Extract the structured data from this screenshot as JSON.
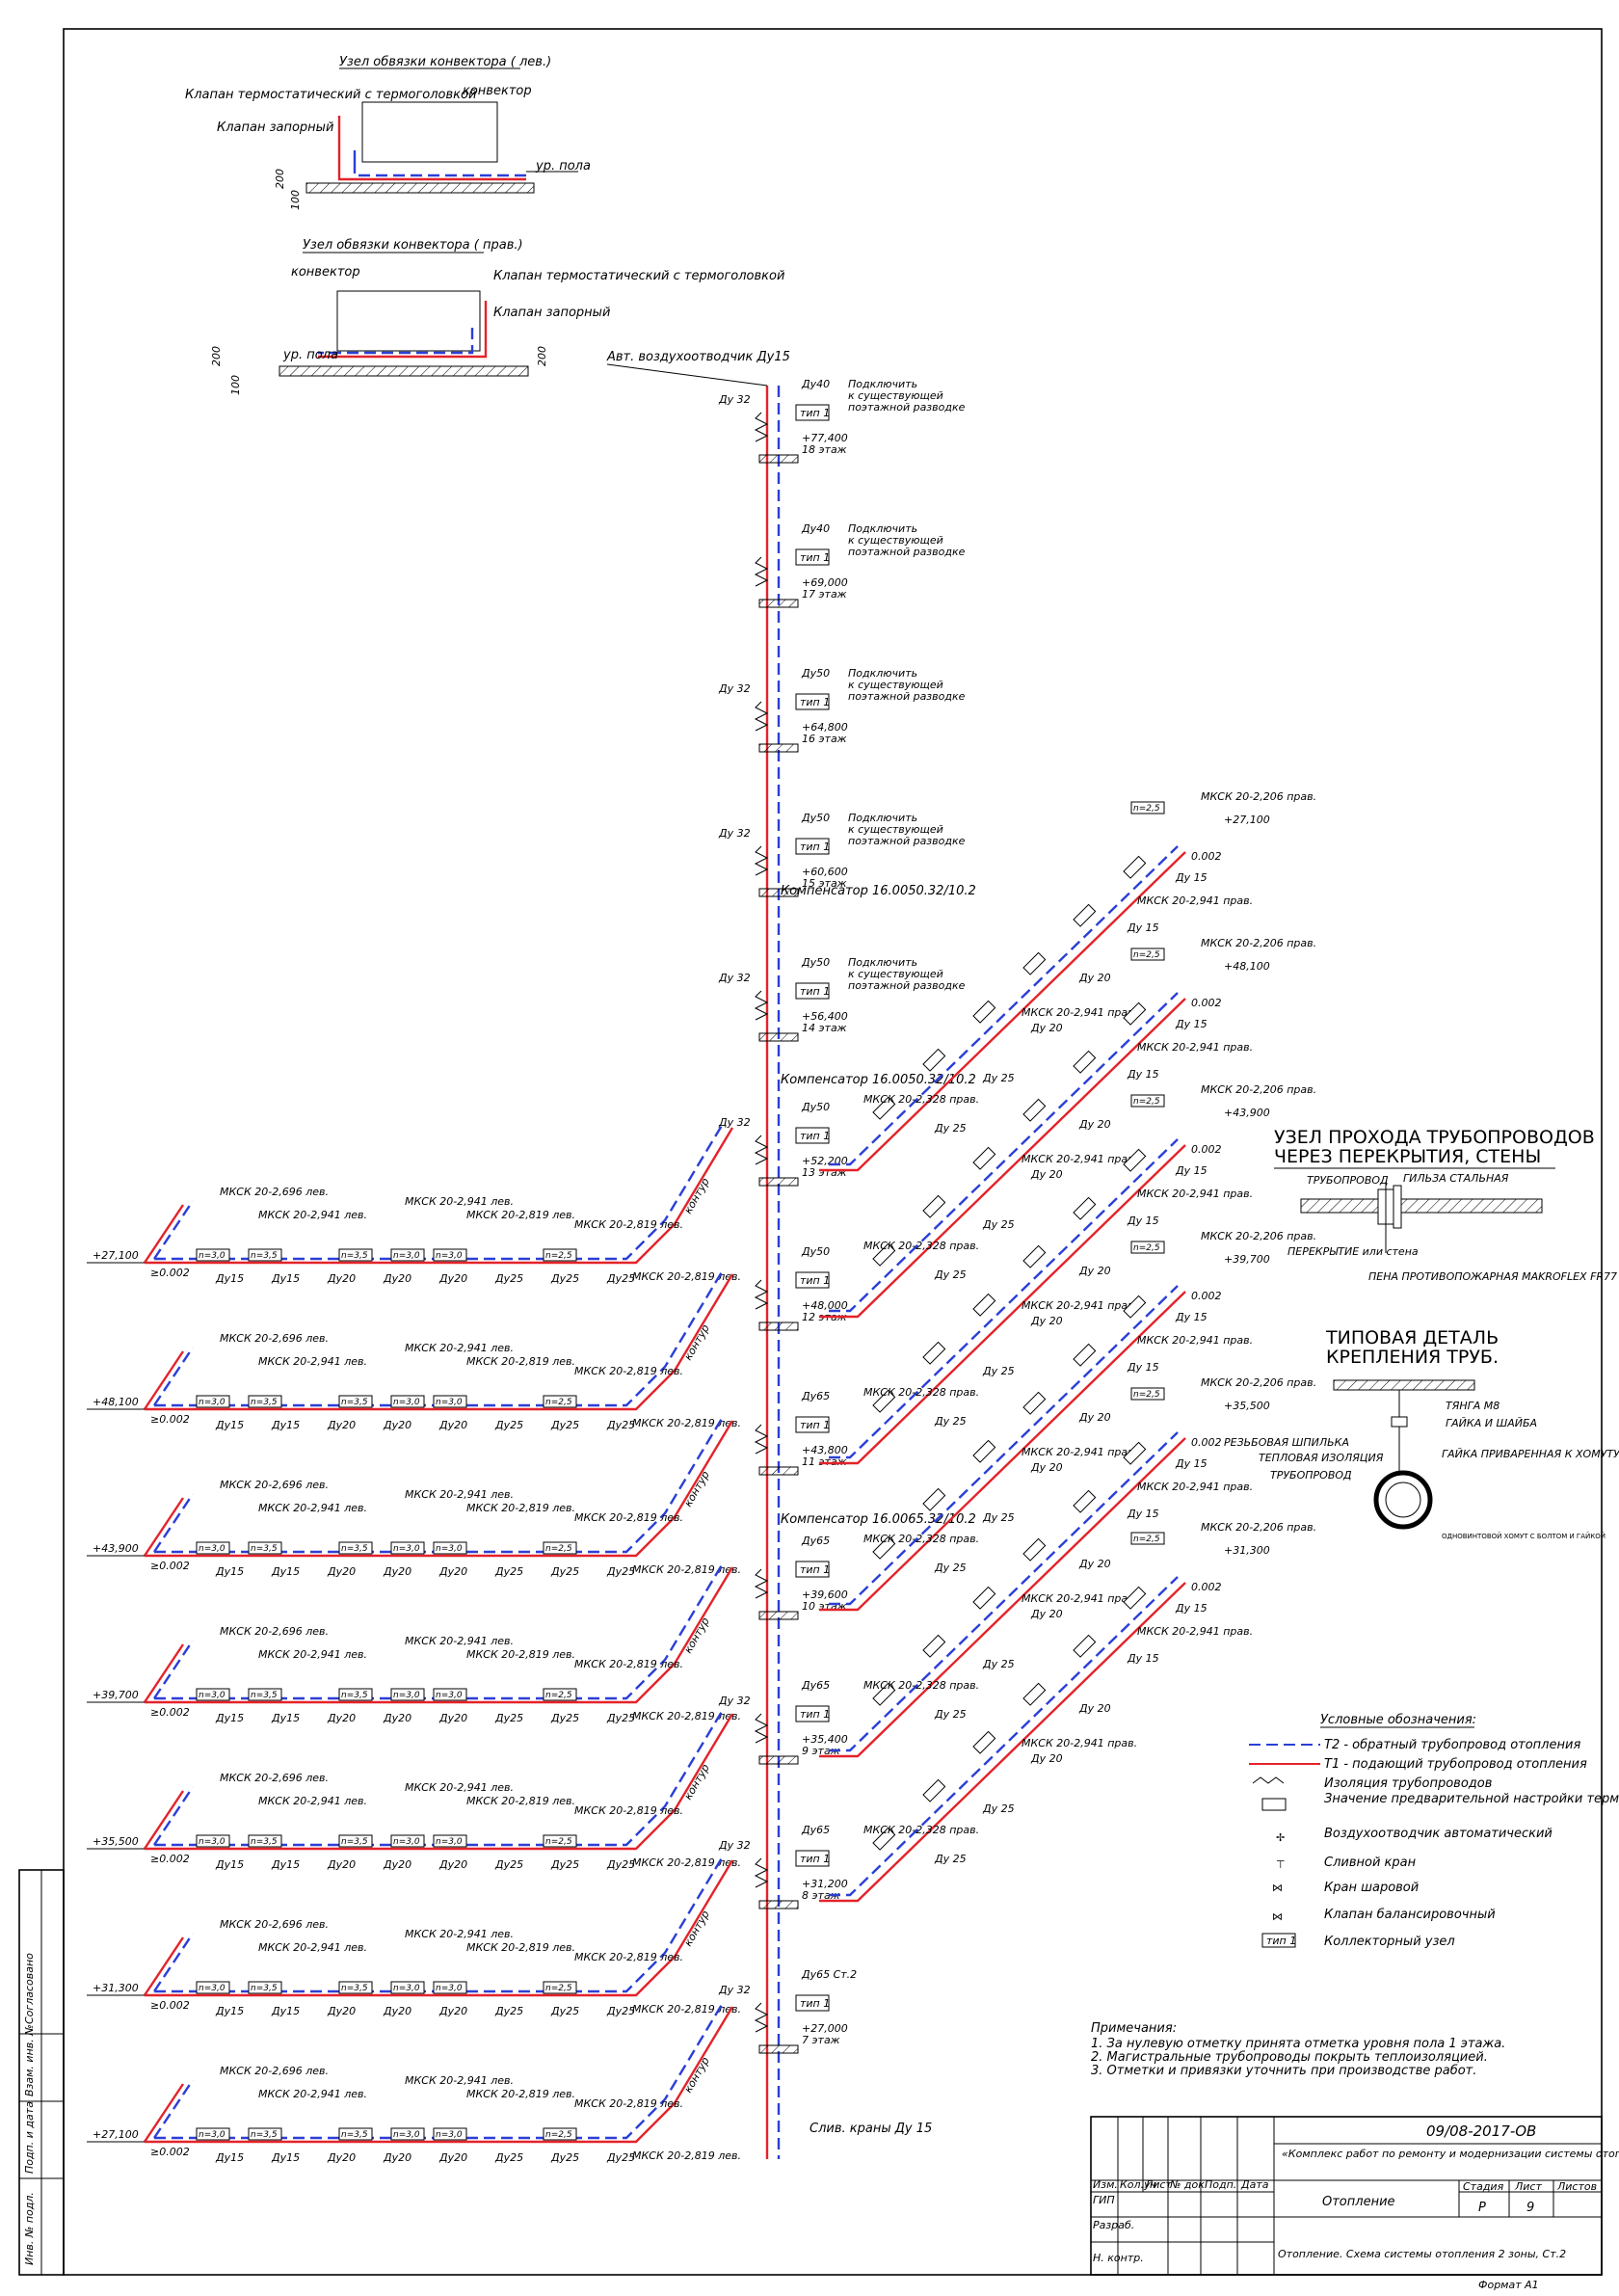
{
  "doc": {
    "code": "09/08-2017-ОВ",
    "project": "«Комплекс работ по ремонту и модернизации системы отопления, холодного водоснабжения помещений»",
    "section": "Отопление",
    "sheet_title": "Отопление. Схема системы отопления 2 зоны, Ст.2",
    "stage_label": "Стадия",
    "sheet_label": "Лист",
    "sheets_label": "Листов",
    "stage": "Р",
    "sheet": "9",
    "sheets": "",
    "format": "Формат А1",
    "cols": [
      "Изм.",
      "Кол.уч",
      "Лист",
      "№ док",
      "Подп.",
      "Дата"
    ],
    "roles": [
      "ГИП",
      "Разраб.",
      "",
      "Н. контр."
    ],
    "side_stamp": [
      "Согласовано",
      "Взам. инв. №",
      "Подп. и дата",
      "Инв. № подл."
    ]
  },
  "nodes": {
    "left_title": "Узел обвязки конвектора ( лев.)",
    "right_title": "Узел обвязки конвектора ( прав.)",
    "convector": "конвектор",
    "valve_thermo": "Клапан термостатический с термоголовкой",
    "valve_shutoff": "Клапан запорный",
    "floor_level": "ур. пола",
    "dim_200": "200",
    "dim_100": "100"
  },
  "riser": {
    "air_vent": "Авт. воздухоотводчик Ду15",
    "connect_note": [
      "Подключить",
      "к существующей",
      "поэтажной разводке"
    ],
    "collector": "тип 1",
    "compensator": "Компенсатор 16.0050.32/10.2",
    "compensator2": "Компенсатор 16.0065.32/10.2",
    "drain": "Слив. краны Ду 15",
    "floors": [
      {
        "elev": "+77,400",
        "floor": "18 этаж",
        "dn": "Ду40",
        "dn2": "Ду 32"
      },
      {
        "elev": "+69,000",
        "floor": "17 этаж",
        "dn": "Ду40",
        "dn2": ""
      },
      {
        "elev": "+64,800",
        "floor": "16 этаж",
        "dn": "Ду50",
        "dn2": "Ду 32"
      },
      {
        "elev": "+60,600",
        "floor": "15 этаж",
        "dn": "Ду50",
        "dn2": "Ду 32"
      },
      {
        "elev": "+56,400",
        "floor": "14 этаж",
        "dn": "Ду50",
        "dn2": "Ду 32"
      },
      {
        "elev": "+52,200",
        "floor": "13 этаж",
        "dn": "Ду50",
        "dn2": "Ду 32"
      },
      {
        "elev": "+48,000",
        "floor": "12 этаж",
        "dn": "Ду50",
        "dn2": ""
      },
      {
        "elev": "+43,800",
        "floor": "11 этаж",
        "dn": "Ду65",
        "dn2": ""
      },
      {
        "elev": "+39,600",
        "floor": "10 этаж",
        "dn": "Ду65",
        "dn2": ""
      },
      {
        "elev": "+35,400",
        "floor": "9 этаж",
        "dn": "Ду65",
        "dn2": "Ду 32"
      },
      {
        "elev": "+31,200",
        "floor": "8 этаж",
        "dn": "Ду65",
        "dn2": "Ду 32"
      },
      {
        "elev": "+27,000",
        "floor": "7 этаж",
        "dn": "Ду65 Ст.2",
        "dn2": "Ду 32"
      }
    ]
  },
  "left_branches": {
    "elevs": [
      "+27,100",
      "+48,100",
      "+43,900",
      "+39,700",
      "+35,500",
      "+31,300",
      "+27,100"
    ],
    "slope": "0.002",
    "mksk": [
      "МКСК 20-2,696 лев.",
      "МКСК 20-2,941 лев.",
      "МКСК 20-2,819 лев.",
      "МКСК 20-2,819 лев.",
      "МКСК 20-2,819 лев."
    ],
    "settings": [
      "n=3,0",
      "n=3,5",
      "n=3,5",
      "n=3,0",
      "n=3,0",
      "n=2,5"
    ],
    "dn": [
      "Ду15",
      "Ду15",
      "Ду20",
      "Ду20",
      "Ду20",
      "Ду25",
      "Ду25",
      "Ду25"
    ],
    "contour": "контур"
  },
  "right_branches": {
    "elevs": [
      "+27,100",
      "+48,100",
      "+43,900",
      "+39,700",
      "+35,500",
      "+31,300",
      "+27,100"
    ],
    "slope": "0.002",
    "top": "МКСК 20-2,206 прав.",
    "mid": "МКСК 20-2,941 прав.",
    "low": "МКСК 20-2,328 прав.",
    "setting": "n=2,5",
    "dn": [
      "Ду 15",
      "Ду 15",
      "Ду 20",
      "Ду 20",
      "Ду 25",
      "Ду 25"
    ]
  },
  "pass_node": {
    "title1": "УЗЕЛ ПРОХОДА ТРУБОПРОВОДОВ",
    "title2": "ЧЕРЕЗ ПЕРЕКРЫТИЯ, СТЕНЫ",
    "pipe": "ТРУБОПРОВОД",
    "sleeve": "ГИЛЬЗА СТАЛЬНАЯ",
    "slab": "ПЕРЕКРЫТИЕ или стена",
    "foam": "ПЕНА ПРОТИВОПОЖАРНАЯ MAKROFLEX FR77"
  },
  "fix_detail": {
    "title1": "ТИПОВАЯ ДЕТАЛЬ",
    "title2": "КРЕПЛЕНИЯ ТРУБ.",
    "rod": "ТЯНГА М8",
    "nut": "ГАЙКА И ШАЙБА",
    "stud": "РЕЗЬБОВАЯ ШПИЛЬКА",
    "insul": "ТЕПЛОВАЯ ИЗОЛЯЦИЯ",
    "welded": "ГАЙКА ПРИВАРЕННАЯ К ХОМУТУ",
    "pipe": "ТРУБОПРОВОД",
    "clamp": "ОДНОВИНТОВОЙ ХОМУТ С БОЛТОМ И ГАЙКОЙ"
  },
  "legend": {
    "title": "Условные обозначения:",
    "items": [
      "Т2 - обратный трубопровод отопления",
      "Т1 - подающий трубопровод отопления",
      "Изоляция трубопроводов",
      "Значение предварительной настройки термостатического клапана",
      "Воздухоотводчик автоматический",
      "Сливной кран",
      "Кран шаровой",
      "Клапан балансировочный",
      "Коллекторный узел"
    ],
    "collector_sym": "тип 1"
  },
  "notes": {
    "title": "Примечания:",
    "items": [
      "1. За нулевую отметку принята отметка уровня пола 1 этажа.",
      "2. Магистральные трубопроводы покрыть теплоизоляцией.",
      "3. Отметки и привязки уточнить при производстве работ."
    ]
  },
  "colors": {
    "supply": "#e3232a",
    "return": "#2b3fd6"
  }
}
